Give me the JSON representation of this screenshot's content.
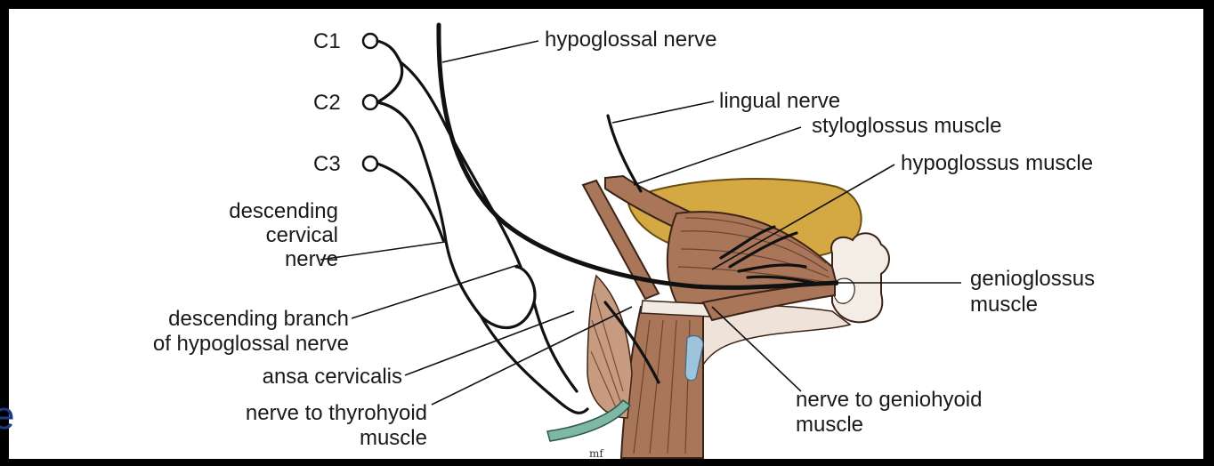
{
  "labels": {
    "c1": "C1",
    "c2": "C2",
    "c3": "C3",
    "hypoglossal_nerve": "hypoglossal nerve",
    "lingual_nerve": "lingual nerve",
    "styloglossus_muscle": "styloglossus muscle",
    "hypoglossus_muscle": "hypoglossus muscle",
    "genioglossus_muscle_line1": "genioglossus",
    "genioglossus_muscle_line2": "muscle",
    "descending_cervical_nerve_line1": "descending",
    "descending_cervical_nerve_line2": "cervical",
    "descending_cervical_nerve_line3": "nerve",
    "descending_branch_line1": "descending branch",
    "descending_branch_line2": "of hypoglossal nerve",
    "ansa_cervicalis": "ansa cervicalis",
    "nerve_to_thyrohyoid_line1": "nerve to thyrohyoid",
    "nerve_to_thyrohyoid_line2": "muscle",
    "nerve_to_geniohyoid_line1": "nerve to geniohyoid",
    "nerve_to_geniohyoid_line2": "muscle",
    "cut_off_letter": "e",
    "signature": "mf"
  },
  "colors": {
    "frame": "#000000",
    "background": "#ffffff",
    "muscle": "#a9765a",
    "tongue_fill": "#d4a843",
    "cartilage_blue": "#9ec4dc",
    "ansa_green": "#7fb8a4",
    "slide_text_blue": "#1e3a8a"
  }
}
